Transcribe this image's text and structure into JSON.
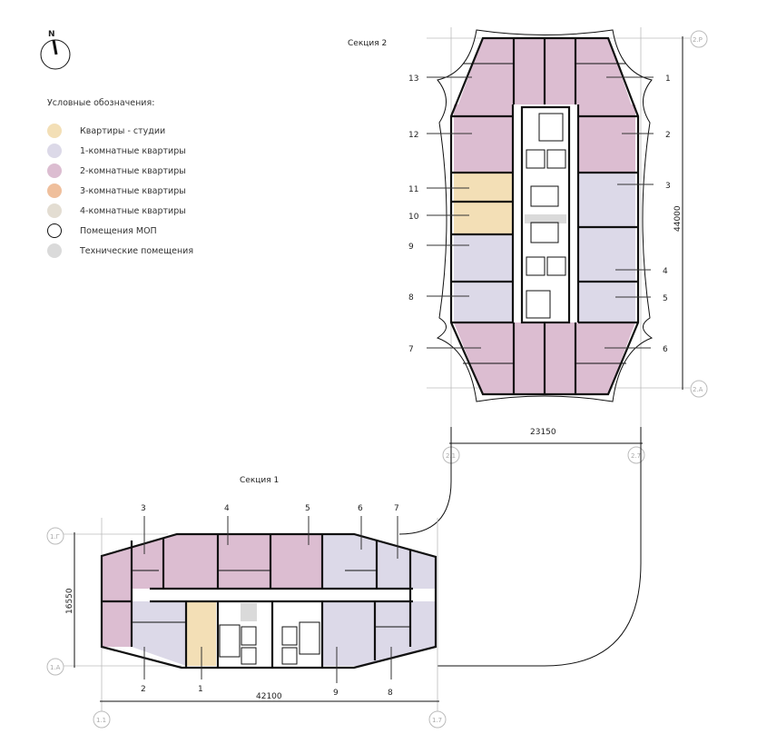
{
  "compass": {
    "label": "N"
  },
  "legend": {
    "title": "Условные обозначения:",
    "items": [
      {
        "label": "Квартиры - студии",
        "color": "#f3dfb6"
      },
      {
        "label": "1-комнатные квартиры",
        "color": "#dcd9e8"
      },
      {
        "label": "2-комнатные квартиры",
        "color": "#dcbdd1"
      },
      {
        "label": "3-комнатные квартиры",
        "color": "#efbf9c"
      },
      {
        "label": "4-комнатные квартиры",
        "color": "#e3ddd2"
      },
      {
        "label": "Помещения МОП",
        "color": "#ffffff"
      },
      {
        "label": "Технические помещения",
        "color": "#dadada"
      }
    ]
  },
  "section2": {
    "title": "Секция 2",
    "left_units": [
      "13",
      "12",
      "11",
      "10",
      "9",
      "8",
      "7"
    ],
    "right_units": [
      "1",
      "2",
      "3",
      "4",
      "5",
      "6"
    ],
    "axes": {
      "top": "2.Р",
      "bottom": "2.А",
      "left": "2.1",
      "right": "2.7"
    },
    "dim_height": "44000",
    "dim_width": "23150"
  },
  "section1": {
    "title": "Секция 1",
    "top_units": [
      "3",
      "4",
      "5",
      "6",
      "7"
    ],
    "bottom_units": [
      "2",
      "1",
      "9",
      "8"
    ],
    "axes": {
      "top": "1.Г",
      "bottom": "1.А",
      "left": "1.1",
      "right": "1.7"
    },
    "dim_height": "16550",
    "dim_width": "42100"
  }
}
